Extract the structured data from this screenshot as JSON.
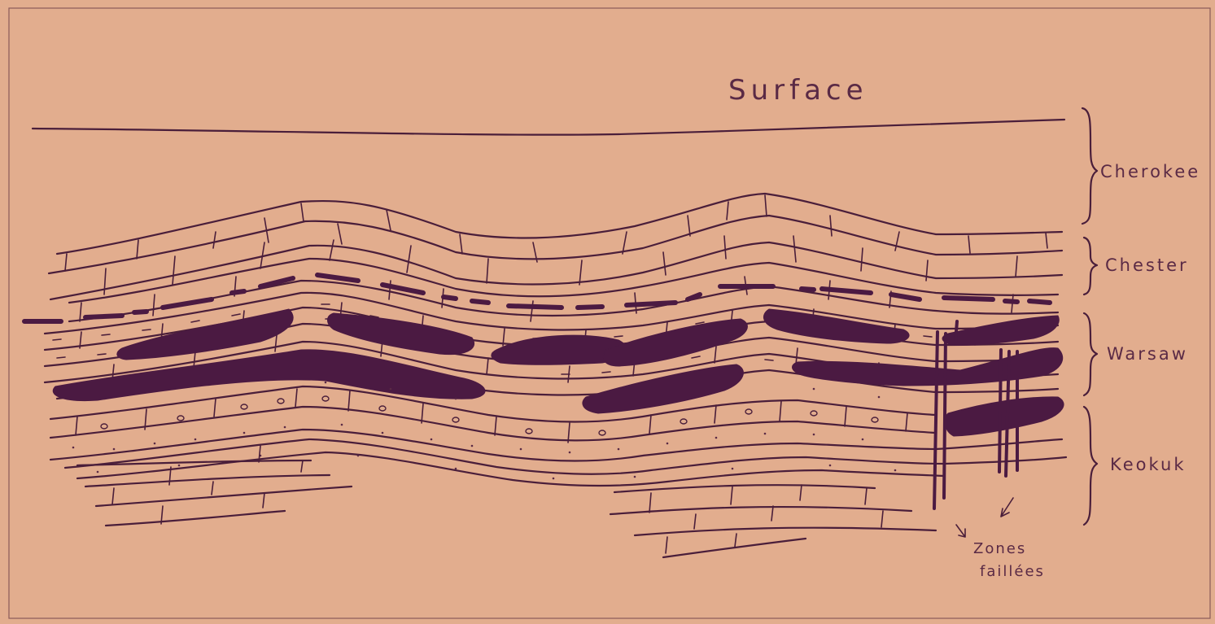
{
  "diagram": {
    "title": "Surface",
    "formations": [
      {
        "name": "Cherokee",
        "label": "Cherokee"
      },
      {
        "name": "Chester",
        "label": "Chester"
      },
      {
        "name": "Warsaw",
        "label": "Warsaw"
      },
      {
        "name": "Keokuk",
        "label": "Keokuk"
      }
    ],
    "fault_note": {
      "line1": "Zones",
      "line2": "faillées"
    },
    "colors": {
      "paper": "#e2ad8e",
      "ink": "#4a1e3a",
      "ore": "#4b1a42"
    }
  }
}
